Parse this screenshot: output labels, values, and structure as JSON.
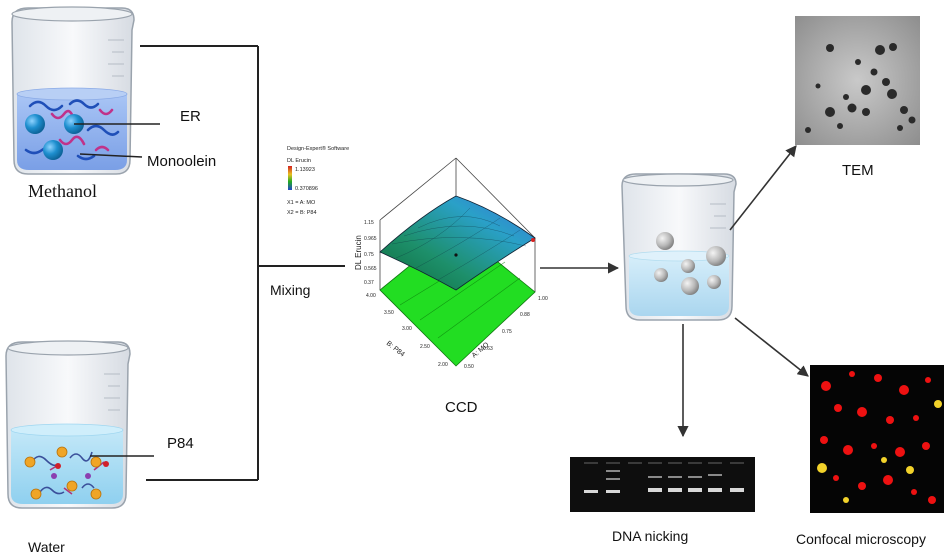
{
  "labels": {
    "er": "ER",
    "monoolein": "Monoolein",
    "methanol": "Methanol",
    "p84": "P84",
    "water": "Water",
    "mixing": "Mixing",
    "ccd": "CCD",
    "tem": "TEM",
    "dna_nicking": "DNA nicking",
    "confocal": "Confocal microscopy"
  },
  "plot": {
    "software": "Design-Expert® Software",
    "response": "DL Erucin",
    "legend_high": "1.13923",
    "legend_low": "0.370896",
    "factor1": "X1 = A: MO",
    "factor2": "X2 = B: P84",
    "z_axis_label": "DL Erucin",
    "z_ticks": [
      "1.15",
      "0.965",
      "0.75",
      "0.565",
      "0.37"
    ],
    "b_axis_label": "B: P84",
    "b_ticks": [
      "4.00",
      "3.50",
      "3.00",
      "2.50",
      "2.00"
    ],
    "a_axis_label": "A: MO",
    "a_ticks": [
      "1.00",
      "0.88",
      "0.75",
      "0.63",
      "0.50"
    ]
  },
  "colors": {
    "methanol_liquid": "#8fb4f0",
    "water_liquid": "#a9dcf4",
    "nanoparticle_liquid": "#c4e4f4",
    "sphere": "#1e8fcf",
    "polymer_blue": "#1f4fb8",
    "polymer_magenta": "#c0328a",
    "surface_green": "#22dd22",
    "confocal_dot": "#ee1111"
  }
}
